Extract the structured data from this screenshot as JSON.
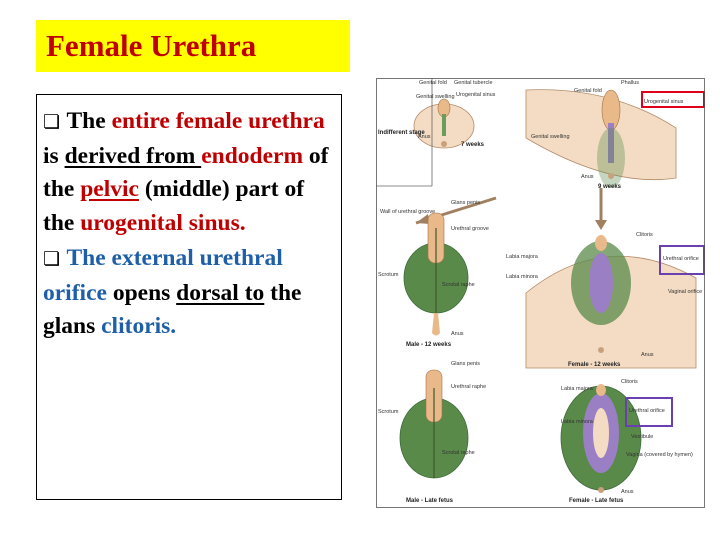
{
  "title": "Female Urethra",
  "bullets": [
    {
      "parts": [
        {
          "t": "The ",
          "c": ""
        },
        {
          "t": "entire female urethra",
          "c": "red"
        },
        {
          "t": " is ",
          "c": ""
        },
        {
          "t": "derived from ",
          "c": "u"
        },
        {
          "t": "endoderm",
          "c": "red"
        },
        {
          "t": " of the ",
          "c": ""
        },
        {
          "t": "pelvic",
          "c": "red u"
        },
        {
          "t": " (middle) part of the ",
          "c": ""
        },
        {
          "t": "urogenital sinus.",
          "c": "red"
        }
      ]
    },
    {
      "parts": [
        {
          "t": "The external ",
          "c": "blue"
        },
        {
          "t": "urethral orifice",
          "c": "blue"
        },
        {
          "t": " opens ",
          "c": ""
        },
        {
          "t": "dorsal to",
          "c": "u"
        },
        {
          "t": " the glans ",
          "c": ""
        },
        {
          "t": "clitoris.",
          "c": "blue"
        }
      ]
    }
  ],
  "figure": {
    "labels": {
      "genital_fold": "Genital fold",
      "genital_tubercle": "Genital tubercle",
      "urogenital_sinus": "Urogenital sinus",
      "genital_swelling": "Genital swelling",
      "anus": "Anus",
      "weeks_7": "7 weeks",
      "phallus": "Phallus",
      "genital_fold_2": "Genital fold",
      "genital_swelling_2": "Genital swelling",
      "urogenital_sinus_box": "Urogenital sinus",
      "indifferent_stage": "Indifferent stage",
      "anus_2": "Anus",
      "weeks_9": "9 weeks",
      "wall_spongy": "Wall of urethral groove",
      "glans_penis": "Glans penis",
      "urethral_groove": "Urethral groove",
      "clitoris": "Clitoris",
      "labia_majora": "Labia majora",
      "labia_minora": "Labia minora",
      "urethral_orifice_box": "Urethral orifice",
      "vaginal_orifice": "Vaginal orifice",
      "scrotum": "Scrotum",
      "scrotal_raphe": "Scrotal raphe",
      "anus_3": "Anus",
      "male_12": "Male - 12 weeks",
      "female_12": "Female - 12 weeks",
      "anus_4": "Anus",
      "glans_penis_2": "Glans penis",
      "urethral_raphe": "Urethral raphe",
      "clitoris_2": "Clitoris",
      "labia_majora_2": "Labia majora",
      "labia_minora_2": "Labia minora",
      "urethral_orifice_box_2": "Urethral orifice",
      "vestibule": "Vestibule",
      "scrotum_2": "Scrotum",
      "scrotal_raphe_2": "Scrotal raphe",
      "vagina": "Vagina (covered by hymen)",
      "anus_5": "Anus",
      "male_late": "Male - Late fetus",
      "female_late": "Female - Late fetus"
    },
    "colors": {
      "skin": "#f3dcc3",
      "tubercle": "#e9b98a",
      "green": "#5a8a4a",
      "purple": "#9b7fc4",
      "box_red": "#e0001a",
      "box_purple": "#6a3fb0"
    }
  }
}
